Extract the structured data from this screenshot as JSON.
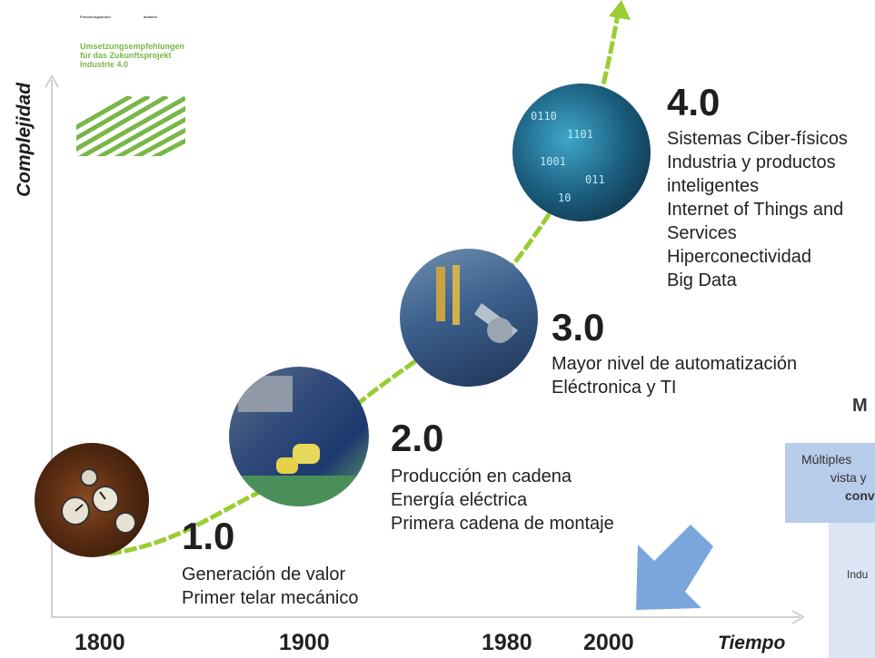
{
  "diagram": {
    "y_axis_label": "Complejidad",
    "x_axis_label": "Tiempo",
    "years": [
      "1800",
      "1900",
      "1980",
      "2000"
    ]
  },
  "eras": [
    {
      "number": "1.0",
      "lines": [
        "Generación de valor",
        "Primer telar mecánico"
      ],
      "image": "steam-gauges-photo"
    },
    {
      "number": "2.0",
      "lines": [
        "Producción en cadena",
        "Energía eléctrica",
        "Primera cadena de montaje"
      ],
      "image": "assembly-line-photo"
    },
    {
      "number": "3.0",
      "lines": [
        "Mayor nivel de automatización",
        "Eléctronica y TI"
      ],
      "image": "robot-arm-photo"
    },
    {
      "number": "4.0",
      "lines": [
        "Sistemas Ciber-físicos",
        "Industria y productos",
        "inteligentes",
        "Internet of Things and",
        "Services",
        "Hiperconectividad",
        "Big Data"
      ],
      "image": "digital-data-photo"
    }
  ],
  "cover": {
    "publisher_left": "Forschungsunion",
    "publisher_right": "acatech",
    "title_lines": [
      "Umsetzungsempfehlungen",
      "für das Zukunftsprojekt",
      "Industrie 4.0"
    ]
  },
  "right_panel": {
    "heading_fragment": "M",
    "box_lines": [
      "Múltiples",
      "vista y",
      "conv"
    ],
    "lower_fragment": "Indu"
  },
  "colors": {
    "curve": "#9acd32",
    "arrow": "#7aa6dc",
    "panel": "#dbe5f3",
    "panel_box": "#b8cde9"
  }
}
